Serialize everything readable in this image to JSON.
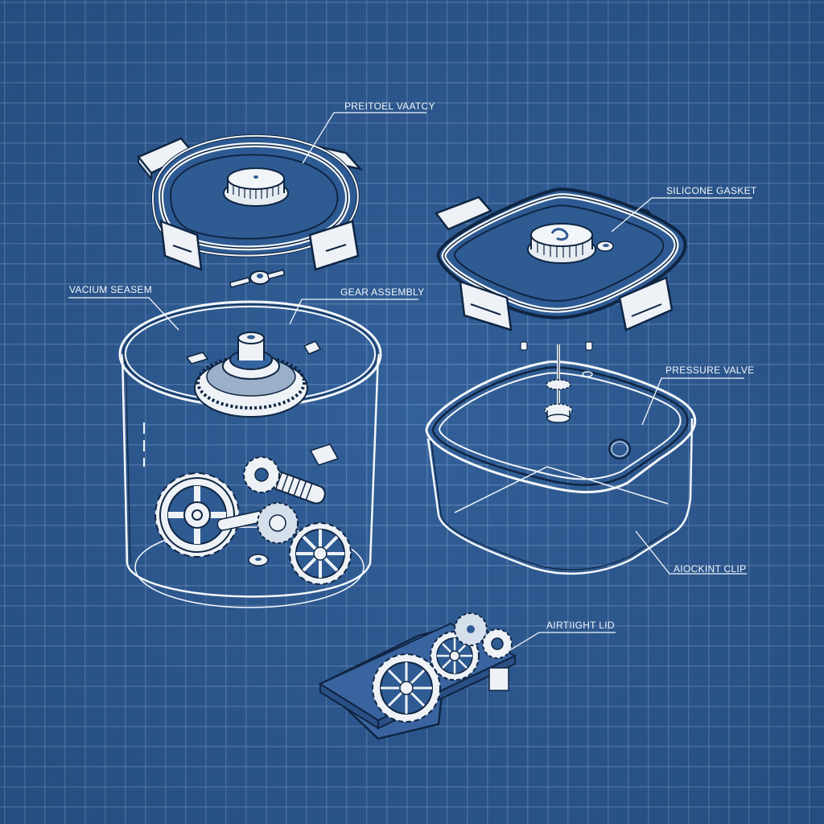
{
  "diagram": {
    "style": "blueprint exploded view",
    "colors": {
      "background": "#2f5b93",
      "grid_line": "#7fa3cf",
      "stroke": "#f4f7fb",
      "outline": "#0f2542",
      "fill_light": "#eef2f6"
    },
    "labels": [
      {
        "id": "preitoel-vaatcy",
        "text": "PREITOEL VAATCY"
      },
      {
        "id": "vacium-seasem",
        "text": "VACIUM SEASEM"
      },
      {
        "id": "gear-assembly",
        "text": "GEAR ASSEMBLY"
      },
      {
        "id": "silicone-gasket",
        "text": "SILICONE GASKET"
      },
      {
        "id": "pressure-valve",
        "text": "PRESSURE VALVE"
      },
      {
        "id": "aockint-clip",
        "text": "AIOCKINT CLIP"
      },
      {
        "id": "airtight-lid",
        "text": "AIRTIIGHT LID"
      }
    ],
    "components": [
      "round-lid-with-clips",
      "cylindrical-container-with-gears",
      "square-lid-with-clips",
      "square-container-with-valve",
      "gear-mechanism-tray"
    ]
  }
}
